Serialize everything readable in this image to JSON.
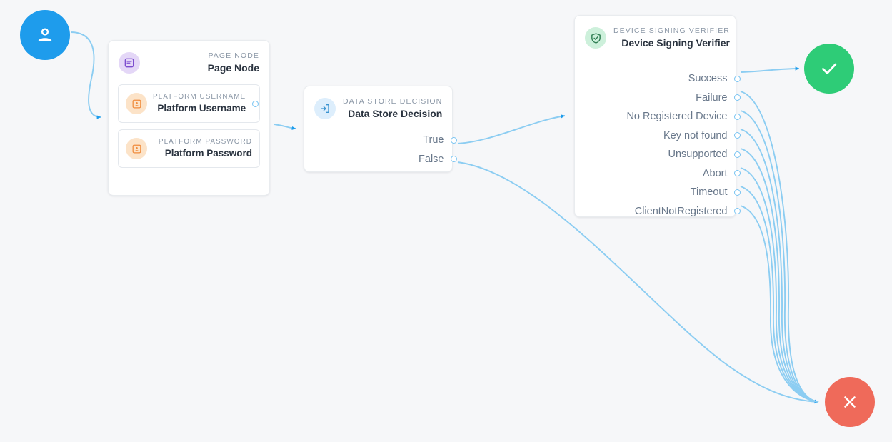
{
  "canvas": {
    "background": "#f6f7f9",
    "edge_color": "#8ccdf2",
    "arrow_color": "#1e9cec"
  },
  "start_node": {
    "icon": "user-avatar-icon",
    "color": "#1e9cec"
  },
  "end_nodes": [
    {
      "name": "success-node",
      "icon": "check-icon",
      "color": "#2ecc77"
    },
    {
      "name": "failure-node",
      "icon": "close-x-icon",
      "color": "#ef6a5a"
    }
  ],
  "page_node": {
    "kicker": "PAGE NODE",
    "title": "Page Node",
    "icon": "page-document-icon",
    "icon_color": "#7c4dcf",
    "icon_bg": "#e4d7f7",
    "fields": [
      {
        "kicker": "PLATFORM USERNAME",
        "title": "Platform Username",
        "icon": "id-card-icon",
        "icon_color": "#f08b3c",
        "icon_bg": "#fce3c8",
        "has_output_port": true
      },
      {
        "kicker": "PLATFORM PASSWORD",
        "title": "Platform Password",
        "icon": "id-card-icon",
        "icon_color": "#f08b3c",
        "icon_bg": "#fce3c8",
        "has_output_port": false
      }
    ]
  },
  "decision_node": {
    "kicker": "DATA STORE DECISION",
    "title": "Data Store Decision",
    "icon": "sign-in-arrow-icon",
    "icon_color": "#3b93d0",
    "icon_bg": "#ddeefc",
    "outputs": [
      {
        "label": "True"
      },
      {
        "label": "False"
      }
    ]
  },
  "verifier_node": {
    "kicker": "DEVICE SIGNING VERIFIER",
    "title": "Device Signing Verifier",
    "icon": "shield-check-icon",
    "icon_color": "#2f7d52",
    "icon_bg": "#cdf0db",
    "outputs": [
      {
        "label": "Success"
      },
      {
        "label": "Failure"
      },
      {
        "label": "No Registered Device"
      },
      {
        "label": "Key not found"
      },
      {
        "label": "Unsupported"
      },
      {
        "label": "Abort"
      },
      {
        "label": "Timeout"
      },
      {
        "label": "ClientNotRegistered"
      }
    ]
  }
}
